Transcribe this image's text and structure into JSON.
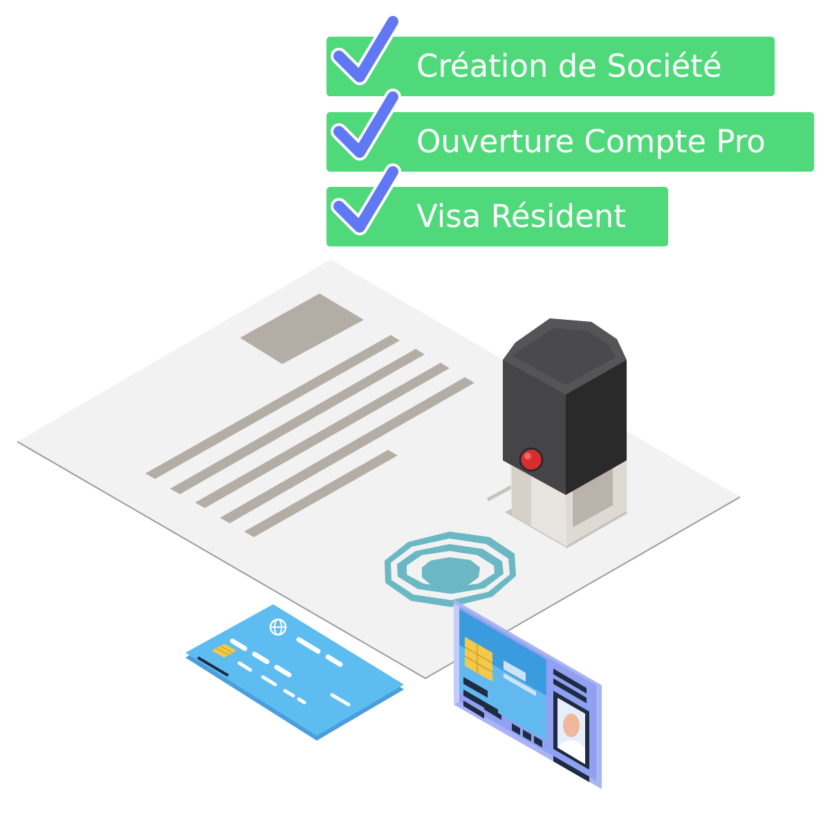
{
  "checklist": {
    "items": [
      {
        "label": "Création de Société"
      },
      {
        "label": "Ouverture Compte Pro"
      },
      {
        "label": "Visa Résident"
      }
    ]
  },
  "colors": {
    "badge": "#4fd97a",
    "check": "#6178f5",
    "paper": "#f2f2f2",
    "paper_lines": "#b3ada6",
    "seal": "#6bb7c4",
    "stamp_body": "#3a3a3c",
    "stamp_button": "#d92e2e",
    "card": "#5db5ee",
    "id_card_frame": "#a9b4f5"
  },
  "icons": [
    "check-icon",
    "document-illustration",
    "stamp-illustration",
    "seal-illustration",
    "credit-card-illustration",
    "id-card-illustration"
  ]
}
